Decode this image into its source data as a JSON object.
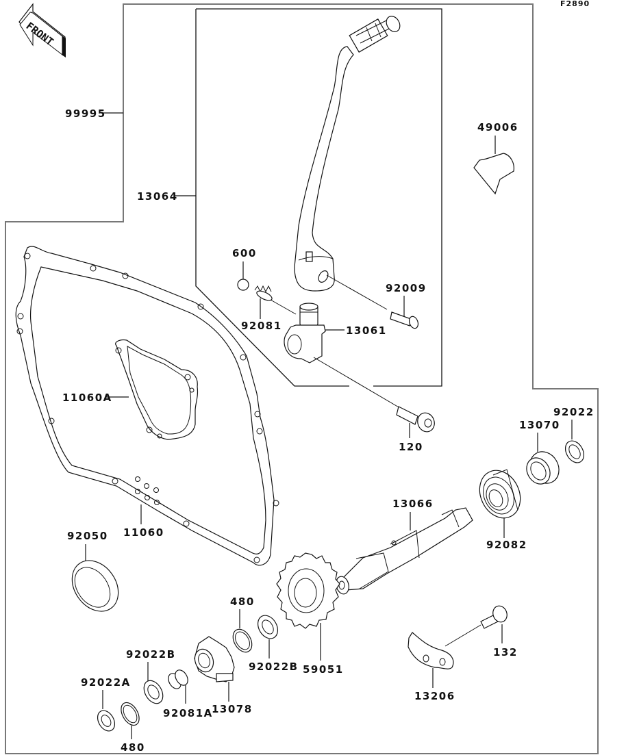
{
  "figure_id": "F2890",
  "front_indicator": "FRONT",
  "callouts": [
    {
      "id": "99995",
      "text": "99995"
    },
    {
      "id": "13064",
      "text": "13064"
    },
    {
      "id": "49006",
      "text": "49006"
    },
    {
      "id": "600",
      "text": "600"
    },
    {
      "id": "92009",
      "text": "92009"
    },
    {
      "id": "92081",
      "text": "92081"
    },
    {
      "id": "13061",
      "text": "13061"
    },
    {
      "id": "11060A",
      "text": "11060A"
    },
    {
      "id": "120",
      "text": "120"
    },
    {
      "id": "92022",
      "text": "92022"
    },
    {
      "id": "13070",
      "text": "13070"
    },
    {
      "id": "13066",
      "text": "13066"
    },
    {
      "id": "92082",
      "text": "92082"
    },
    {
      "id": "11060",
      "text": "11060"
    },
    {
      "id": "92050",
      "text": "92050"
    },
    {
      "id": "480-upper",
      "text": "480"
    },
    {
      "id": "92022B-right",
      "text": "92022B"
    },
    {
      "id": "59051",
      "text": "59051"
    },
    {
      "id": "92022B-left",
      "text": "92022B"
    },
    {
      "id": "132",
      "text": "132"
    },
    {
      "id": "13206",
      "text": "13206"
    },
    {
      "id": "92022A",
      "text": "92022A"
    },
    {
      "id": "92081A",
      "text": "92081A"
    },
    {
      "id": "13078",
      "text": "13078"
    },
    {
      "id": "480-lower",
      "text": "480"
    }
  ]
}
